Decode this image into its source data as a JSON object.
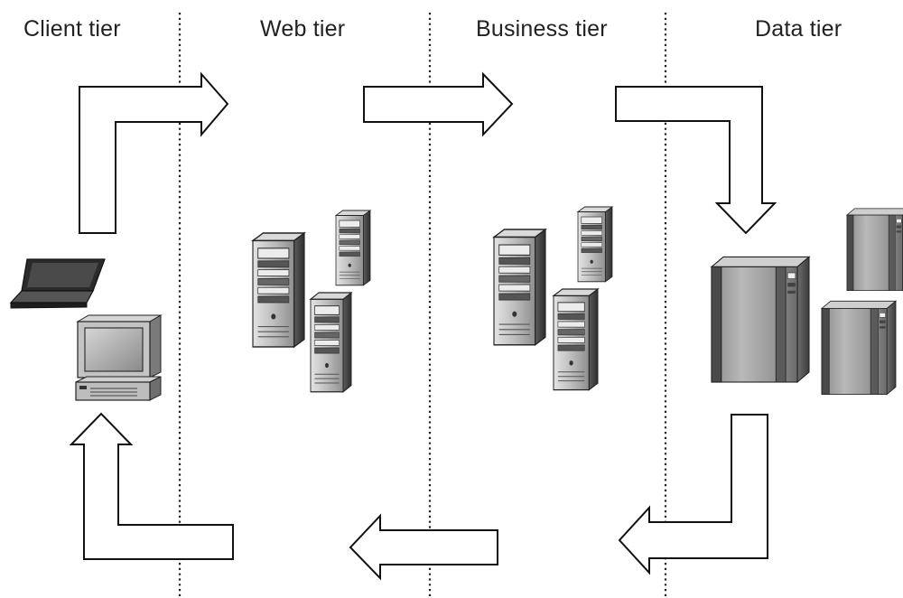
{
  "diagram": {
    "tiers": [
      {
        "label": "Client tier"
      },
      {
        "label": "Web tier"
      },
      {
        "label": "Business tier"
      },
      {
        "label": "Data tier"
      }
    ],
    "flow": [
      "Client tier → Web tier",
      "Web tier → Business tier",
      "Business tier → Data tier",
      "Data tier → Business tier",
      "Business tier → Web tier",
      "Web tier → Client tier"
    ],
    "nodes": [
      {
        "tier": "Client tier",
        "icons": [
          "laptop-icon",
          "desktop-computer-icon"
        ]
      },
      {
        "tier": "Web tier",
        "icons": [
          "tower-server-icon",
          "tower-server-icon",
          "tower-server-icon"
        ]
      },
      {
        "tier": "Business tier",
        "icons": [
          "tower-server-icon",
          "tower-server-icon",
          "tower-server-icon"
        ]
      },
      {
        "tier": "Data tier",
        "icons": [
          "mainframe-icon",
          "mainframe-icon",
          "mainframe-icon"
        ]
      }
    ]
  },
  "colors": {
    "arrow_stroke": "#111111",
    "arrow_fill": "#ffffff",
    "divider": "#222222",
    "equipment_dark": "#3a3a3a",
    "equipment_mid": "#8c8c8c",
    "equipment_light": "#d8d8d8"
  }
}
